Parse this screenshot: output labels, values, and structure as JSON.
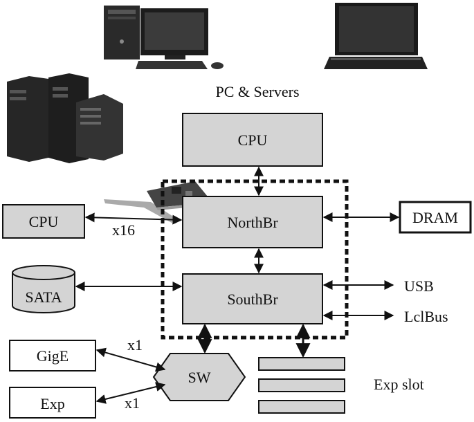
{
  "caption": "PC & Servers",
  "blocks": {
    "cpu_top": "CPU",
    "cpu_left": "CPU",
    "northbridge": "NorthBr",
    "southbridge": "SouthBr",
    "dram": "DRAM",
    "sata": "SATA",
    "gige": "GigE",
    "exp": "Exp",
    "switch": "SW"
  },
  "link_labels": {
    "pcie_x16": "x16",
    "gige_x1": "x1",
    "exp_x1": "x1"
  },
  "right_labels": {
    "usb": "USB",
    "lclbus": "LclBus"
  },
  "exp_slot_label": "Exp slot",
  "colors": {
    "block_fill": "#d4d4d4",
    "line": "#111111",
    "background": "#ffffff"
  },
  "pictures": [
    "desktop-computer-icon",
    "laptop-icon",
    "server-towers-icon",
    "pcie-card-icon"
  ]
}
